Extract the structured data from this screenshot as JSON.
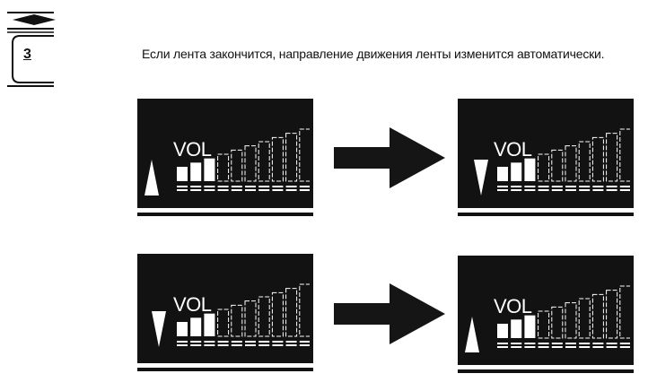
{
  "sidebar": {
    "chapter_number": "3"
  },
  "caption": "Если лента закончится, направление движения ленты изменится автоматически.",
  "diagram": {
    "vol_label": "VOL",
    "rows": [
      {
        "before_direction": "up",
        "after_direction": "down"
      },
      {
        "before_direction": "down",
        "after_direction": "up"
      }
    ],
    "level_segments": 10,
    "filled_segments": 3
  },
  "colors": {
    "screen": "#121212",
    "segment": "#ffffff",
    "arrow": "#151515"
  }
}
